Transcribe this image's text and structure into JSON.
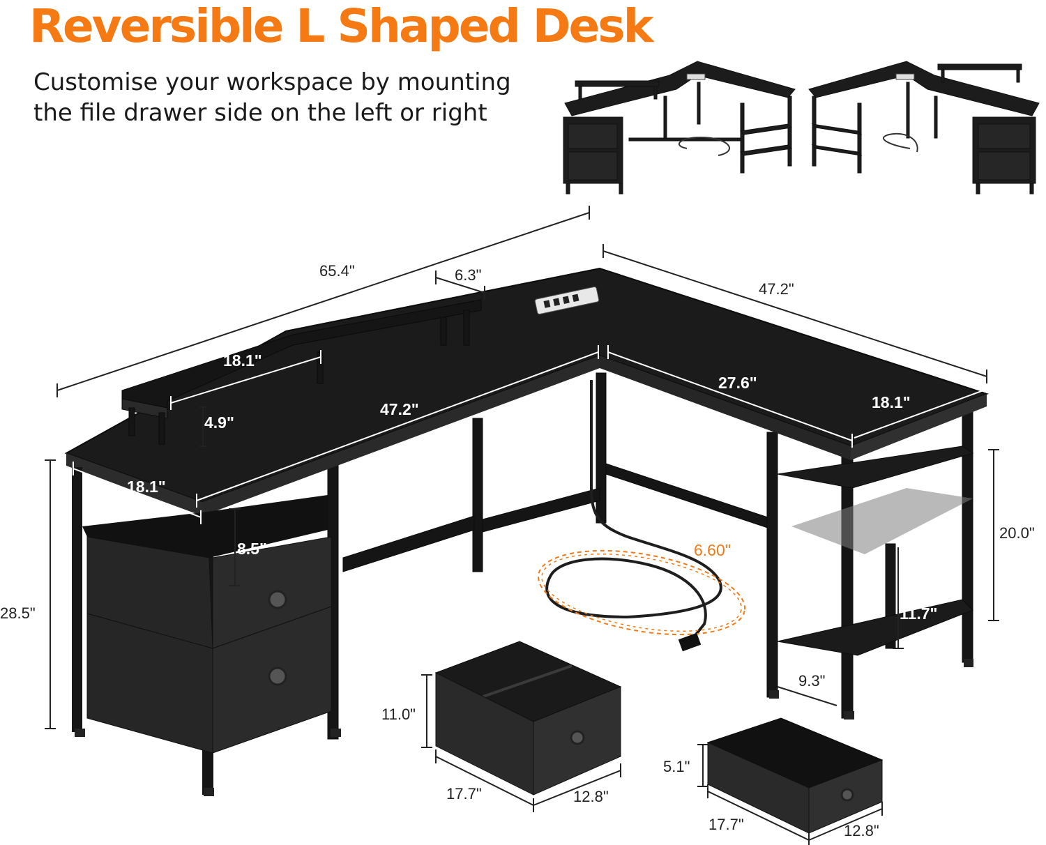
{
  "header": {
    "title": "Reversible L Shaped Desk",
    "subtitle_line1": "Customise your workspace by mounting",
    "subtitle_line2": "the file drawer side on the left or right"
  },
  "colors": {
    "accent": "#f57a14",
    "desk": "#1b1b1b",
    "desk_edge": "#2c2c2c",
    "fabric": "#2a2a2a"
  },
  "dimensions": {
    "total_length": "65.4\"",
    "riser_depth": "6.3\"",
    "side_length": "47.2\"",
    "riser_length": "18.1\"",
    "riser_height": "4.9\"",
    "main_length": "47.2\"",
    "side_inner_length": "27.6\"",
    "side_depth": "18.1\"",
    "main_depth": "18.1\"",
    "drawer_opening": "8.5\"",
    "cord_length": "6.60\"",
    "desk_height": "28.5\"",
    "shelf_height": "20.0\"",
    "lower_shelf": "11.7\"",
    "shelf_depth": "9.3\"",
    "file_drawer_height": "11.0\"",
    "file_drawer_width": "17.7\"",
    "file_drawer_depth": "12.8\"",
    "small_drawer_height": "5.1\"",
    "small_drawer_width": "17.7\"",
    "small_drawer_depth": "12.8\""
  }
}
